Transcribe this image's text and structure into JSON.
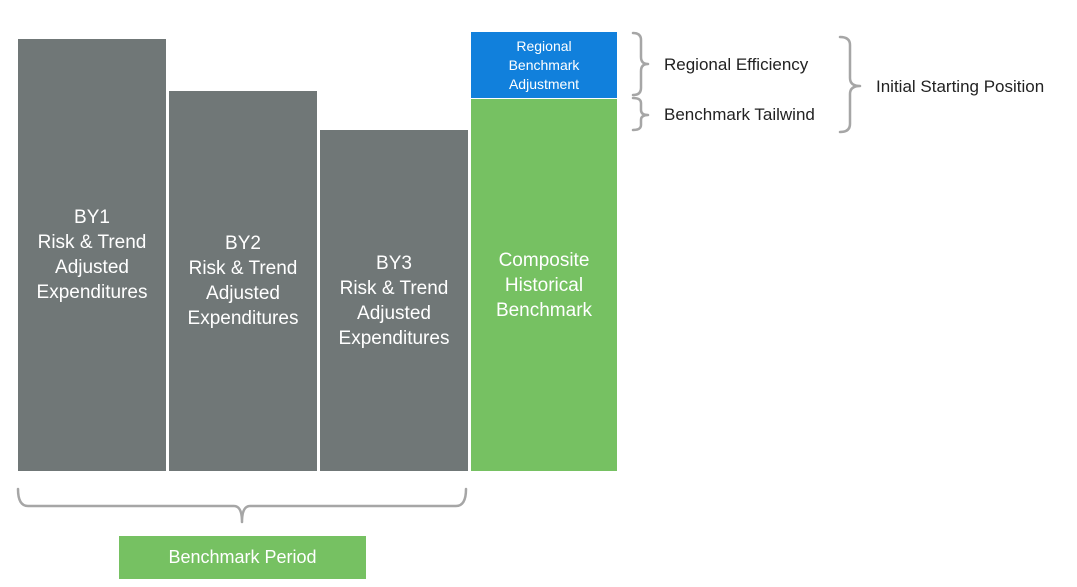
{
  "blocks": {
    "by1": "BY1\nRisk & Trend\nAdjusted\nExpenditures",
    "by2": "BY2\nRisk & Trend\nAdjusted\nExpenditures",
    "by3": "BY3\nRisk & Trend\nAdjusted\nExpenditures",
    "composite": "Composite\nHistorical\nBenchmark",
    "regional_adjustment": "Regional\nBenchmark\nAdjustment"
  },
  "labels": {
    "regional_efficiency": "Regional Efficiency",
    "benchmark_tailwind": "Benchmark Tailwind",
    "initial_starting_position": "Initial Starting Position",
    "benchmark_period": "Benchmark Period"
  },
  "colors": {
    "gray": "#707777",
    "green": "#76c162",
    "blue": "#1180dc",
    "bracket": "#a6a6a6"
  }
}
